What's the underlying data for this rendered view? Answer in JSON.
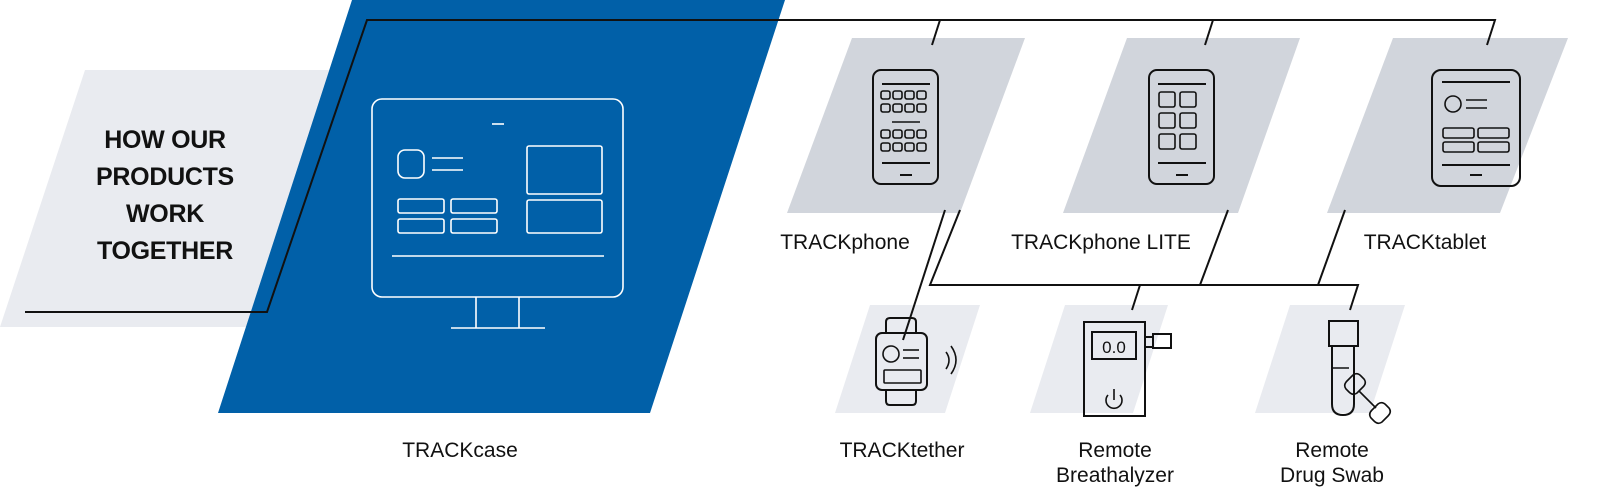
{
  "title": {
    "lines": [
      "HOW OUR",
      "PRODUCTS",
      "WORK",
      "TOGETHER"
    ]
  },
  "colors": {
    "brand_blue": "#0160a8",
    "panel_gray": "#d1d5dc",
    "panel_light": "#e9ebf0",
    "line": "#111111",
    "icon_white": "#ffffff"
  },
  "hub": {
    "label": "TRACKcase",
    "icon": "desktop-monitor-icon"
  },
  "devices": [
    {
      "id": "trackphone",
      "label_lines": [
        "TRACKphone"
      ],
      "icon": "smartphone-grid-icon"
    },
    {
      "id": "trackphone-lite",
      "label_lines": [
        "TRACKphone LITE"
      ],
      "icon": "smartphone-simple-icon"
    },
    {
      "id": "tracktablet",
      "label_lines": [
        "TRACKtablet"
      ],
      "icon": "tablet-icon"
    }
  ],
  "peripherals": [
    {
      "id": "tracktether",
      "label_lines": [
        "TRACKtether"
      ],
      "icon": "smartwatch-icon"
    },
    {
      "id": "remote-breathalyzer",
      "label_lines": [
        "Remote",
        "Breathalyzer"
      ],
      "icon": "breathalyzer-icon",
      "display_reading": "0.0"
    },
    {
      "id": "remote-drug-swab",
      "label_lines": [
        "Remote",
        "Drug Swab"
      ],
      "icon": "drug-swab-icon"
    }
  ]
}
